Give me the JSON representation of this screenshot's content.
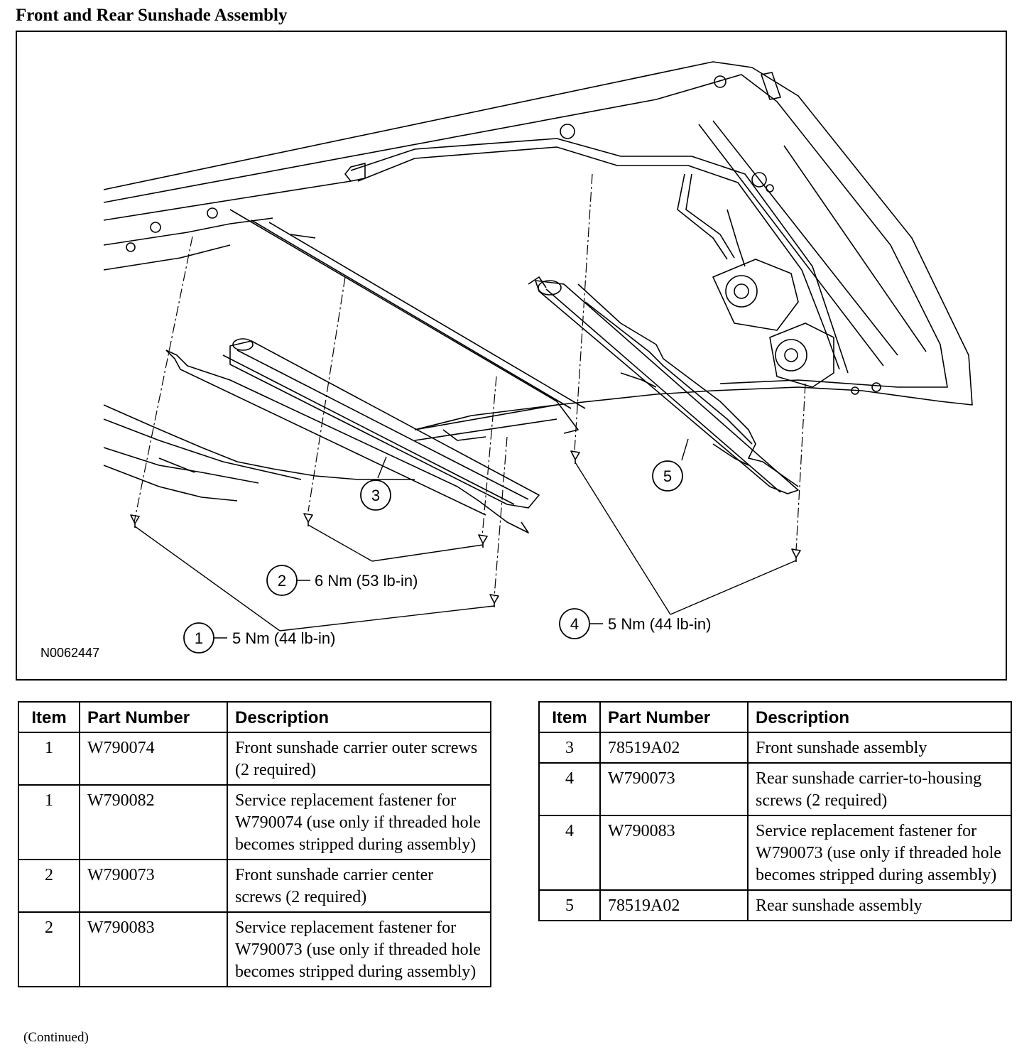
{
  "title": "Front and Rear Sunshade Assembly",
  "figure": {
    "figure_id": "N0062447",
    "callouts": [
      {
        "number": "1",
        "torque": "5 Nm (44 lb-in)"
      },
      {
        "number": "2",
        "torque": "6 Nm (53 lb-in)"
      },
      {
        "number": "3",
        "torque": ""
      },
      {
        "number": "4",
        "torque": "5 Nm (44 lb-in)"
      },
      {
        "number": "5",
        "torque": ""
      }
    ]
  },
  "tables": [
    {
      "headers": [
        "Item",
        "Part Number",
        "Description"
      ],
      "rows": [
        {
          "item": "1",
          "part": "W790074",
          "desc": "Front sunshade carrier outer screws (2 required)"
        },
        {
          "item": "1",
          "part": "W790082",
          "desc": "Service replacement fastener for W790074 (use only if threaded hole becomes stripped during assembly)"
        },
        {
          "item": "2",
          "part": "W790073",
          "desc": "Front sunshade carrier center screws (2 required)"
        },
        {
          "item": "2",
          "part": "W790083",
          "desc": "Service replacement fastener for W790073 (use only if threaded hole becomes stripped during assembly)"
        }
      ]
    },
    {
      "headers": [
        "Item",
        "Part Number",
        "Description"
      ],
      "rows": [
        {
          "item": "3",
          "part": "78519A02",
          "desc": "Front sunshade assembly"
        },
        {
          "item": "4",
          "part": "W790073",
          "desc": "Rear sunshade carrier-to-housing screws (2 required)"
        },
        {
          "item": "4",
          "part": "W790083",
          "desc": "Service replacement fastener for W790073 (use only if threaded hole becomes stripped during assembly)"
        },
        {
          "item": "5",
          "part": "78519A02",
          "desc": "Rear sunshade assembly"
        }
      ]
    }
  ],
  "footer": {
    "continued": "(Continued)"
  }
}
